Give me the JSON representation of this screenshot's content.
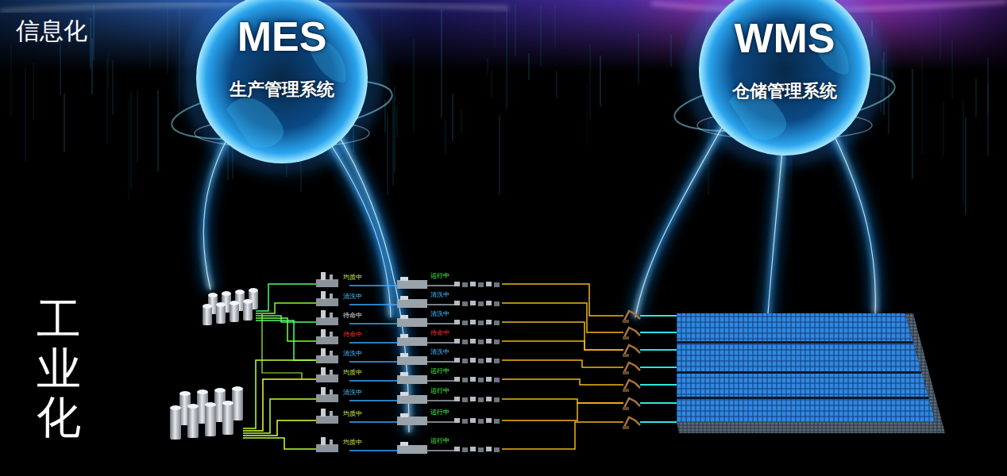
{
  "diagram": {
    "nodes": [
      {
        "text": [
          "MES",
          "生产管理系统"
        ]
      },
      {
        "text": [
          "WMS",
          "仓储管理系统"
        ]
      }
    ],
    "labels": [
      "信息化",
      "工业化",
      "均质中",
      "清洗中",
      "待命中",
      "待命中",
      "清洗中",
      "均质中",
      "清洗中",
      "均质中",
      "均质中",
      "运行中",
      "清洗中",
      "清洗中",
      "待命中",
      "清洗中",
      "运行中",
      "运行中",
      "运行中",
      "运行中"
    ]
  }
}
